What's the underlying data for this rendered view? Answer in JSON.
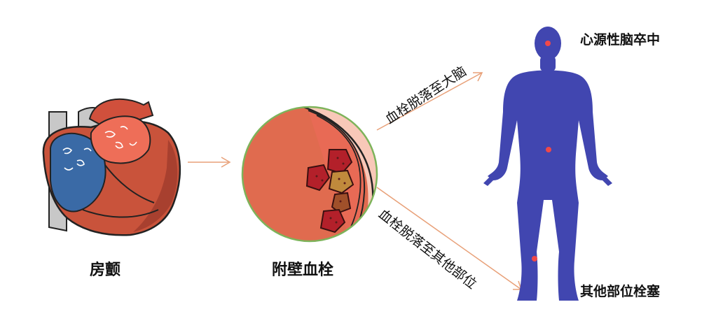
{
  "labels": {
    "atrial_fibrillation": "房颤",
    "mural_thrombus": "附壁血栓",
    "to_brain": "血栓脱落至大脑",
    "to_other": "血栓脱落至其他部位",
    "stroke": "心源性脑卒中",
    "other_embolism": "其他部位栓塞"
  },
  "colors": {
    "arrow": "#e8a078",
    "heart_outer": "#c9533b",
    "left_atrium": "#e86a55",
    "right_atrium": "#3a6aa6",
    "vessel": "#c8c8c8",
    "magnifier_ring": "#7db35a",
    "thrombus": "#b3202a",
    "human_body": "#4146b0",
    "embolus_marker": "#f04848"
  }
}
